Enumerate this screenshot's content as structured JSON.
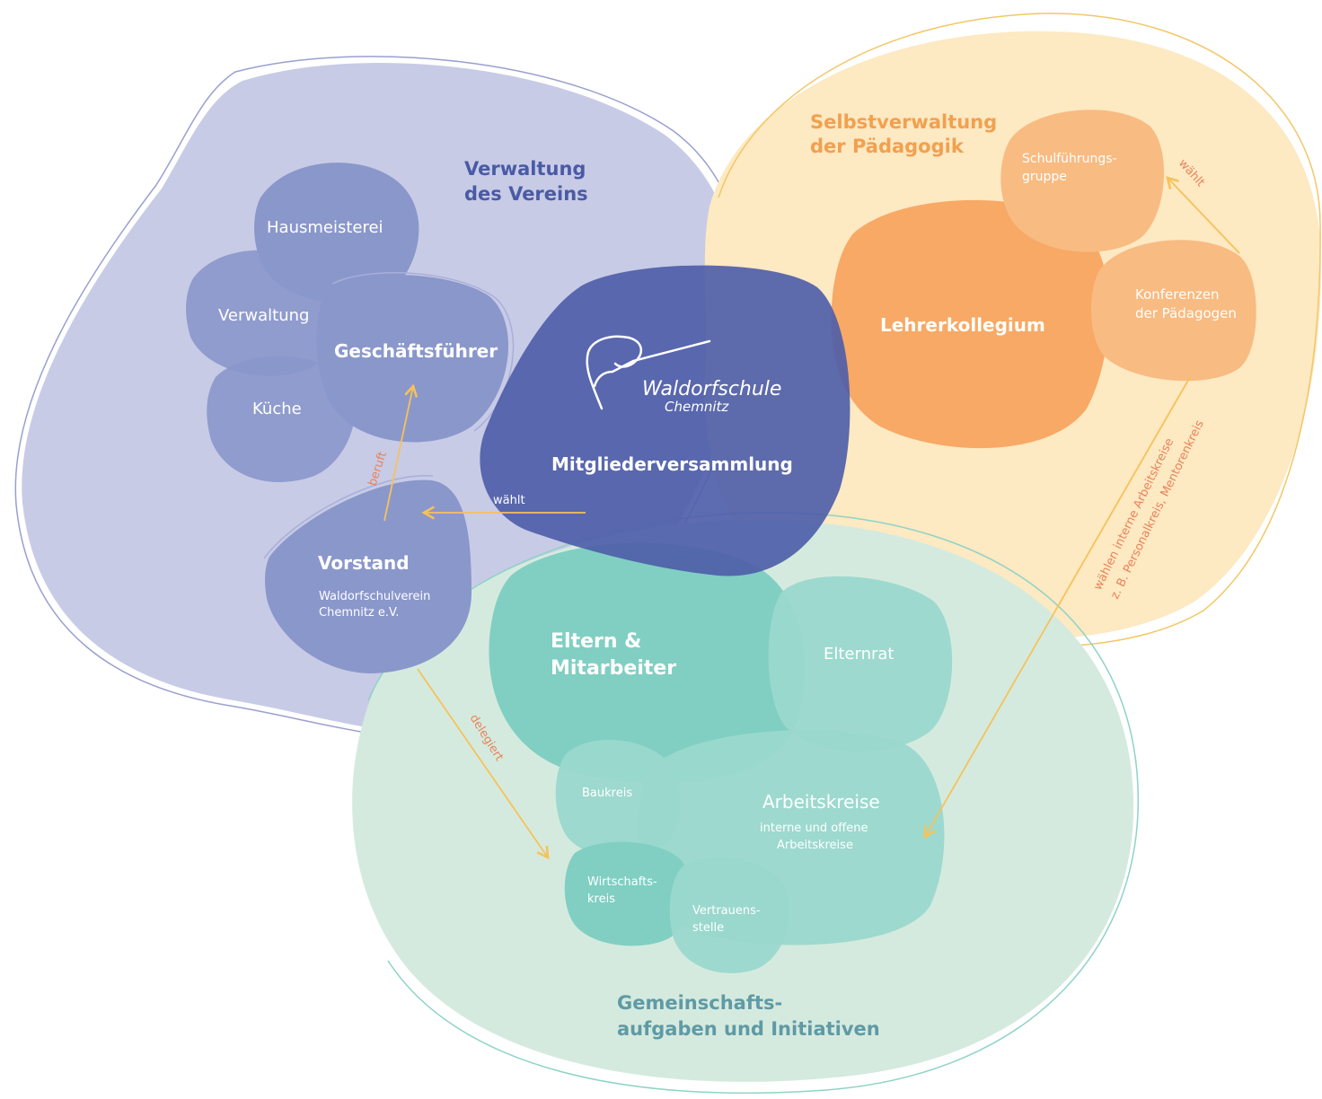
{
  "regions": {
    "verwaltung": {
      "title_line1": "Verwaltung",
      "title_line2": "des Vereins",
      "color": "#c8cbe6",
      "title_color": "#4a5ba5"
    },
    "selbstverwaltung": {
      "title_line1": "Selbstverwaltung",
      "title_line2": "der Pädagogik",
      "color": "#fde9c2",
      "title_color": "#f2a04f"
    },
    "gemeinschaft": {
      "title_line1": "Gemeinschafts-",
      "title_line2": "aufgaben und Initiativen",
      "color": "#d5eade",
      "title_color": "#5f9aa6"
    }
  },
  "nodes": {
    "hausmeisterei": "Hausmeisterei",
    "verwaltung": "Verwaltung",
    "kueche": "Küche",
    "geschaeftsfuehrer": "Geschäftsführer",
    "vorstand": {
      "title": "Vorstand",
      "sub_line1": "Waldorfschulverein",
      "sub_line2": "Chemnitz e.V."
    },
    "mitgliederversammlung": "Mitgliederversammlung",
    "logo": {
      "line1": "Waldorfschule",
      "line2": "Chemnitz"
    },
    "lehrerkollegium": "Lehrerkollegium",
    "schulfuehrungsgruppe": {
      "line1": "Schulführungs-",
      "line2": "gruppe"
    },
    "konferenzen": {
      "line1": "Konferenzen",
      "line2": "der Pädagogen"
    },
    "eltern": {
      "line1": "Eltern &",
      "line2": "Mitarbeiter"
    },
    "elternrat": "Elternrat",
    "baukreis": "Baukreis",
    "arbeitskreise": {
      "title": "Arbeitskreise",
      "sub_line1": "interne und offene",
      "sub_line2": "Arbeitskreise"
    },
    "wirtschaftskreis": {
      "line1": "Wirtschafts-",
      "line2": "kreis"
    },
    "vertrauensstelle": {
      "line1": "Vertrauens-",
      "line2": "stelle"
    }
  },
  "arrows": {
    "waehlt_vorstand": "wählt",
    "beruft": "beruft",
    "delegiert": "delegiert",
    "waehlt_schulfuehrung": "wählt",
    "waehlen_arbeitskreise_line1": "wählen interne Arbeitskreise",
    "waehlen_arbeitskreise_line2": "z. B. Personalkreis, Mentorenkreis"
  },
  "colors": {
    "arrow": "#f5c25a",
    "arrow_label": "#e8835b",
    "admin_blob": "#8a97cb",
    "mv_blob": "#4f5ea9",
    "orange_strong": "#f7a965",
    "orange_light": "#f8bb82",
    "teal_strong": "#80cfc2",
    "teal_light": "#9ad8cd"
  }
}
